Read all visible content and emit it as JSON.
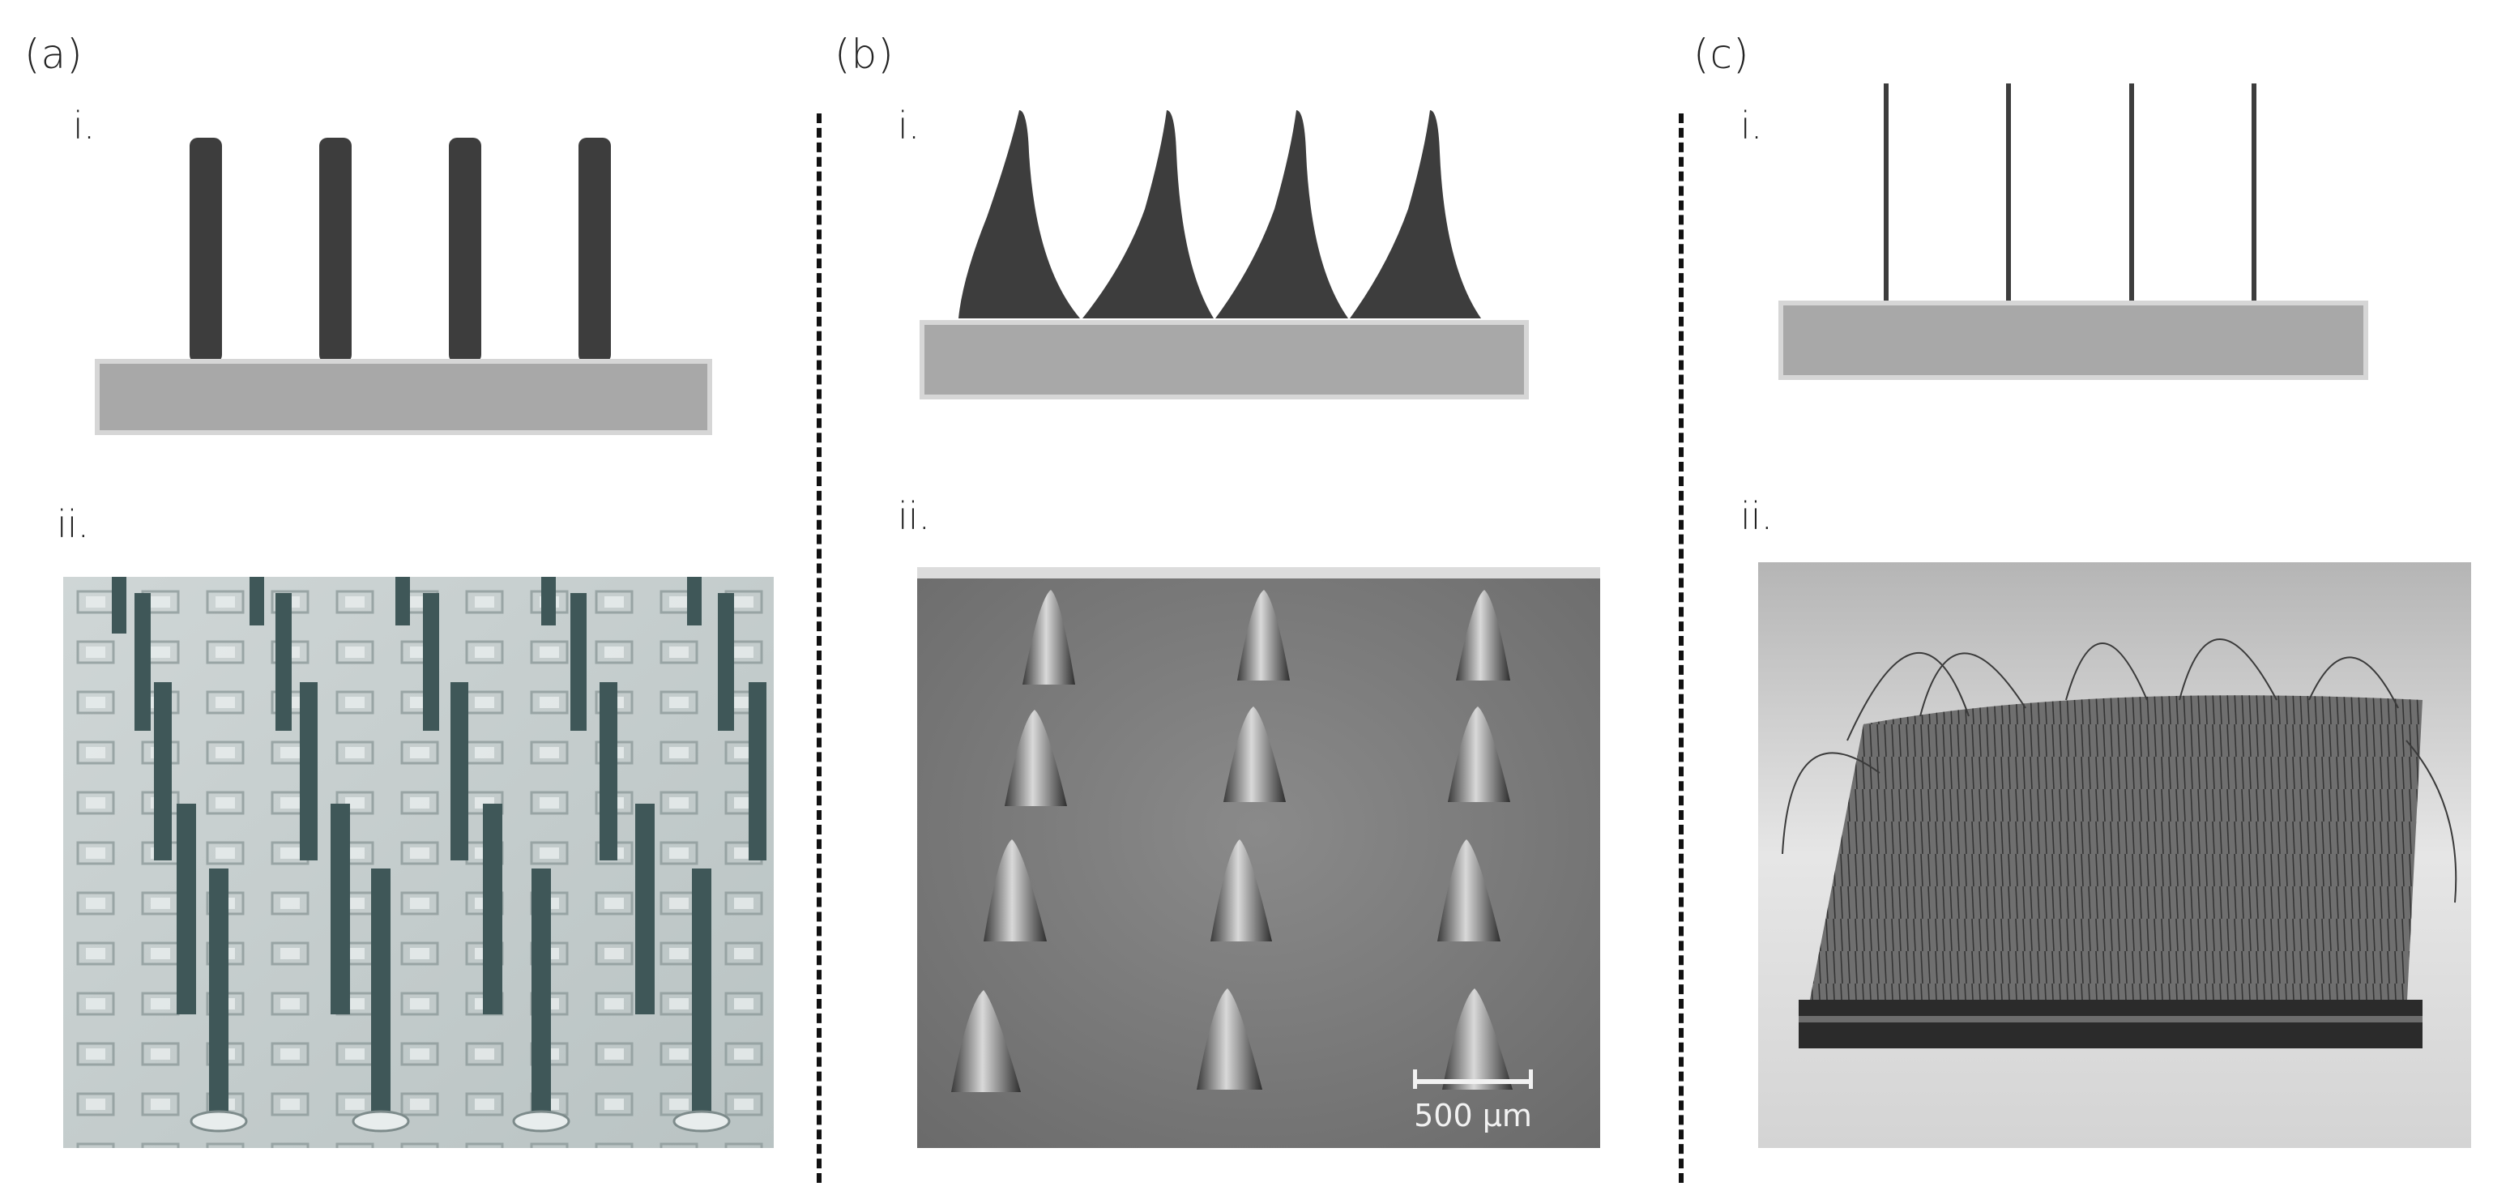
{
  "panels": [
    {
      "id": "a",
      "label": "(a)",
      "sub_i": "i.",
      "sub_ii": "ii."
    },
    {
      "id": "b",
      "label": "(b)",
      "sub_i": "i.",
      "sub_ii": "ii.",
      "scale_bar": "500 µm"
    },
    {
      "id": "c",
      "label": "(c)",
      "sub_i": "i.",
      "sub_ii": "ii."
    }
  ],
  "colors": {
    "needle": "#3d3d3d",
    "substrate": "#a8a8a8",
    "substrate_border": "#d6d6d6",
    "divider": "#111111"
  }
}
